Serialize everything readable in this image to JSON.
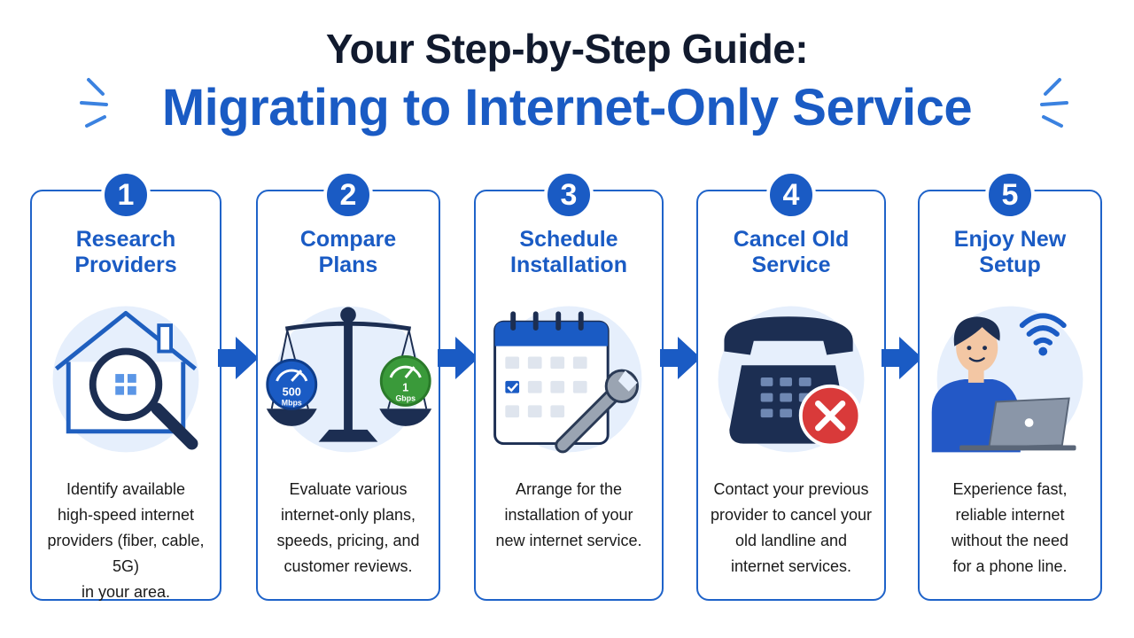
{
  "header": {
    "title_line1": "Your Step-by-Step Guide:",
    "title_line2": "Migrating to Internet-Only Service"
  },
  "colors": {
    "primary_blue": "#1a5bc4",
    "dark_text": "#111a2e",
    "light_circle": "#e6effc",
    "green": "#3a9a3a",
    "red": "#d93a3a"
  },
  "steps": [
    {
      "number": "1",
      "title_line1": "Research",
      "title_line2": "Providers",
      "icon": "house-magnifier-icon",
      "desc": [
        "Identify available",
        "high-speed internet",
        "providers (fiber, cable, 5G)",
        "in your area."
      ]
    },
    {
      "number": "2",
      "title_line1": "Compare",
      "title_line2": "Plans",
      "icon": "balance-scale-icon",
      "gauge_left_value": "500",
      "gauge_left_unit": "Mbps",
      "gauge_right_value": "1",
      "gauge_right_unit": "Gbps",
      "desc": [
        "Evaluate various",
        "internet-only plans,",
        "speeds, pricing, and",
        "customer reviews."
      ]
    },
    {
      "number": "3",
      "title_line1": "Schedule",
      "title_line2": "Installation",
      "icon": "calendar-wrench-icon",
      "desc": [
        "Arrange for the",
        "installation of your",
        "new internet service."
      ]
    },
    {
      "number": "4",
      "title_line1": "Cancel Old",
      "title_line2": "Service",
      "icon": "landline-phone-cancel-icon",
      "desc": [
        "Contact your previous",
        "provider to cancel your",
        "old landline and",
        "internet services."
      ]
    },
    {
      "number": "5",
      "title_line1": "Enjoy New",
      "title_line2": "Setup",
      "icon": "person-laptop-wifi-icon",
      "desc": [
        "Experience fast,",
        "reliable internet",
        "without the need",
        "for a phone line."
      ]
    }
  ]
}
